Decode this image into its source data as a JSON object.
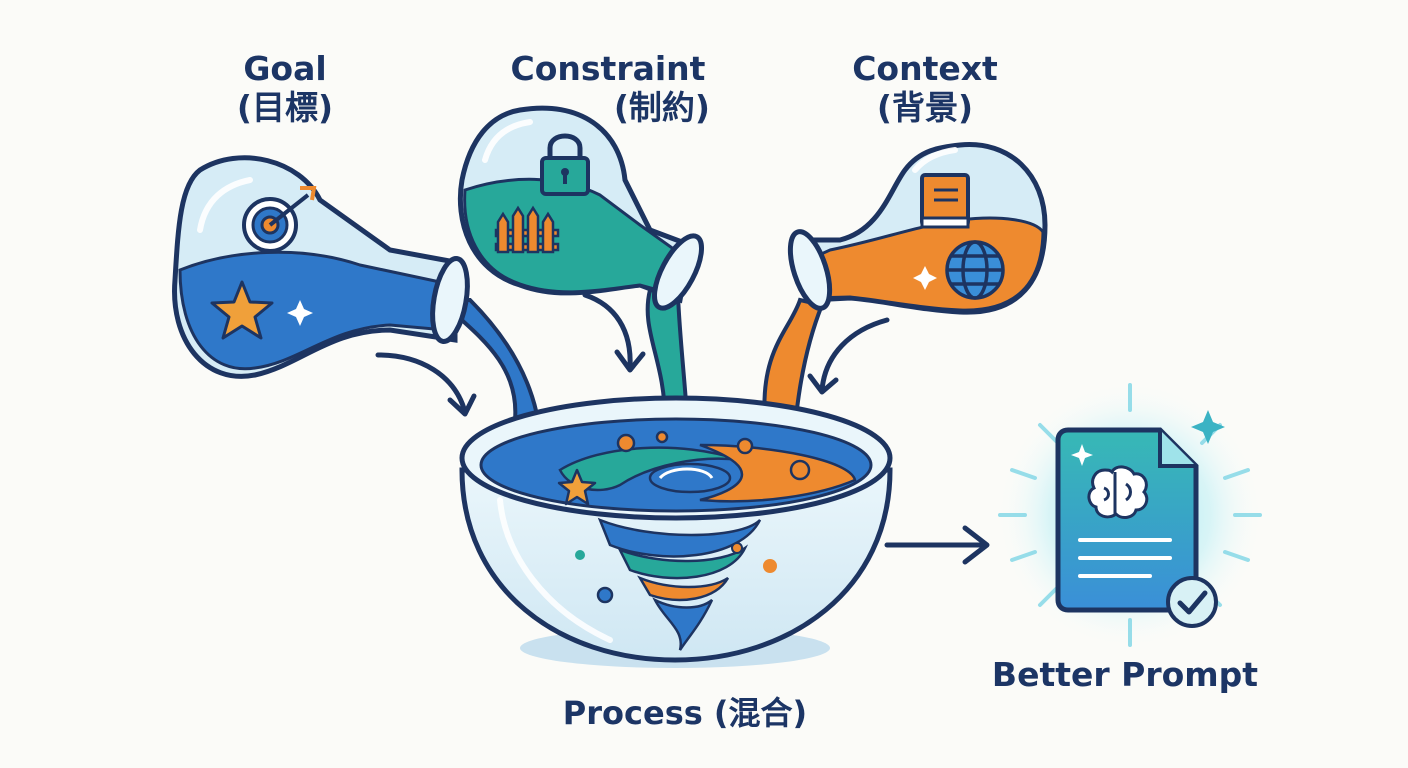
{
  "labels": {
    "goal": {
      "line1": "Goal",
      "line2": "(目標)"
    },
    "constraint": {
      "line1": "Constraint",
      "line2": "(制約)"
    },
    "context": {
      "line1": "Context",
      "line2": "(背景)"
    },
    "process": "Process (混合)",
    "result": "Better Prompt"
  },
  "icons": {
    "goal_flask": [
      "target-icon",
      "star-icon",
      "sparkle-icon"
    ],
    "constraint_flask": [
      "lock-icon",
      "fence-icon"
    ],
    "context_flask": [
      "book-icon",
      "globe-icon",
      "sparkle-icon"
    ],
    "result": [
      "document-icon",
      "brain-icon",
      "checkmark-icon",
      "sparkle-icon"
    ]
  },
  "colors": {
    "outline": "#1d3461",
    "glass": "#d6ecf6",
    "goal_liquid": "#2f78c9",
    "constraint_liquid": "#27a89a",
    "context_liquid": "#ee8a2f",
    "result_card": "#3bb3c4",
    "star": "#f0a03a",
    "label_text": "#1c3565"
  }
}
